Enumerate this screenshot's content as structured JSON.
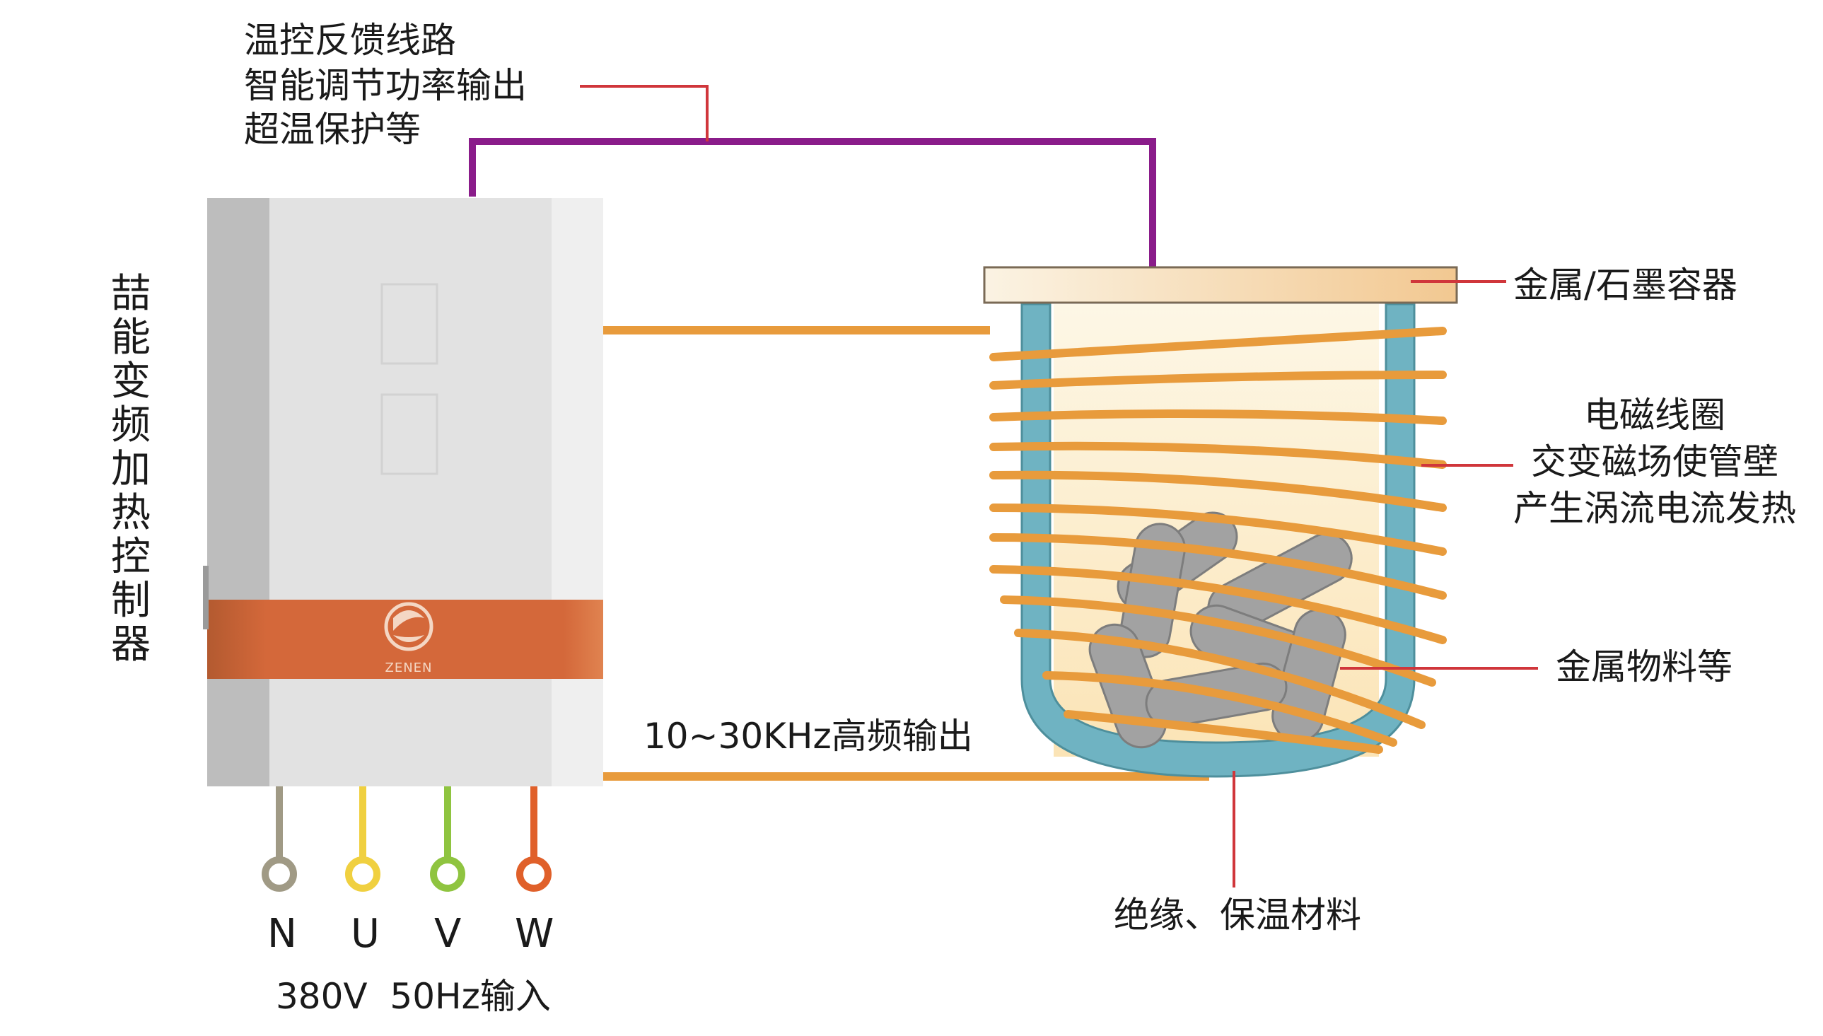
{
  "labels": {
    "feedback_lines": [
      "温控反馈线路",
      "智能调节功率输出",
      "超温保护等"
    ],
    "controller_name": "喆能变频加热控制器",
    "container": "金属/石墨容器",
    "coil_lines": [
      "电磁线圈",
      "交变磁场使管壁",
      "产生涡流电流发热"
    ],
    "material": "金属物料等",
    "hf_output": "10~30KHz高频输出",
    "insulation": "绝缘、保温材料",
    "input_spec": "380V  50Hz输入",
    "terminals": [
      "N",
      "U",
      "V",
      "W"
    ]
  },
  "logo_text": "ZENEN",
  "colors": {
    "feedback_wire": "#8a1c8a",
    "coil": "#e89b3c",
    "leader_line": "#d0363b",
    "controller_body": "#e4e4e4",
    "controller_band": "#d4683a",
    "vessel_wall": "#6fb3c2",
    "terminal_N": "#a09a85",
    "terminal_U": "#f0d040",
    "terminal_V": "#8fc440",
    "terminal_W": "#e0602a"
  }
}
